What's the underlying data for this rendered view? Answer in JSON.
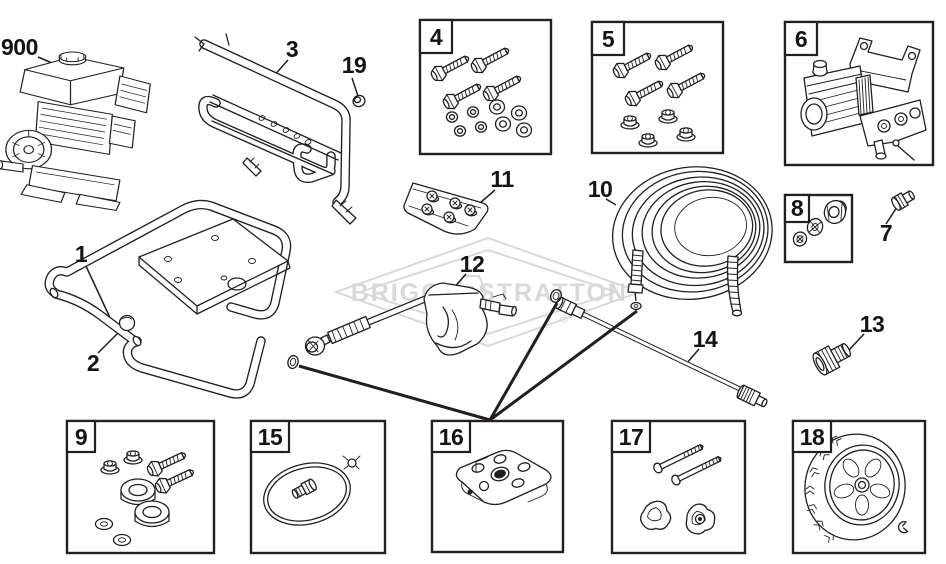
{
  "colors": {
    "line": "#231f20",
    "watermark": "#d9d9d9",
    "background": "#ffffff"
  },
  "watermark": {
    "word1": "BRIGGS",
    "amp": "&",
    "word2": "STRATTON",
    "registered": "®"
  },
  "labels": {
    "n900": "900",
    "n1": "1",
    "n2": "2",
    "n3": "3",
    "n4": "4",
    "n5": "5",
    "n6": "6",
    "n7": "7",
    "n8": "8",
    "n9": "9",
    "n10": "10",
    "n11": "11",
    "n12": "12",
    "n13": "13",
    "n14": "14",
    "n15": "15",
    "n16": "16",
    "n17": "17",
    "n18": "18",
    "n19": "19"
  }
}
